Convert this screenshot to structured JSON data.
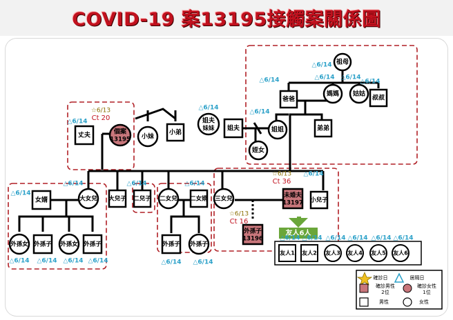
{
  "title": "COVID-19 案13195接觸案關係圖",
  "colors": {
    "title": "#c1111e",
    "box": "#c8767b",
    "dashed": "#b01f25",
    "date": "#2aa0c8",
    "star_date": "#8a6e00",
    "ct": "#c1111e",
    "green": "#6aa63a"
  },
  "nodes": [
    {
      "id": "grandma",
      "label": "祖母",
      "shape": "circle",
      "date": "△6/14"
    },
    {
      "id": "father",
      "label": "爸爸",
      "shape": "square",
      "date": "△6/14"
    },
    {
      "id": "mother",
      "label": "媽媽",
      "shape": "circle",
      "date": "△6/14"
    },
    {
      "id": "aunt",
      "label": "姑姑",
      "shape": "circle",
      "date": "△6/14"
    },
    {
      "id": "uncle",
      "label": "叔叔",
      "shape": "square",
      "date": "△6/14"
    },
    {
      "id": "husband",
      "label": "丈夫",
      "shape": "square",
      "date": "△6/14"
    },
    {
      "id": "case",
      "label": "個案",
      "label2": "13195",
      "shape": "circle",
      "confirmed": true,
      "date": "☆6/13",
      "ct": "Ct 20"
    },
    {
      "id": "little_sister",
      "label": "小妹",
      "shape": "circle"
    },
    {
      "id": "little_brother",
      "label": "小弟",
      "shape": "square"
    },
    {
      "id": "bil",
      "label": "姐夫",
      "shape": "square"
    },
    {
      "id": "bil_sister",
      "label": "姐夫",
      "label2": "妹妹",
      "shape": "circle",
      "date": "△6/14"
    },
    {
      "id": "elder_sister",
      "label": "姐姐",
      "shape": "circle",
      "date": "△6/14"
    },
    {
      "id": "younger_brother",
      "label": "弟弟",
      "shape": "square"
    },
    {
      "id": "niece",
      "label": "姪女",
      "shape": "circle"
    },
    {
      "id": "son_in_law",
      "label": "女婿",
      "shape": "square",
      "date": "△6/14"
    },
    {
      "id": "daughter1",
      "label": "大女兒",
      "shape": "circle",
      "date": "△6/14"
    },
    {
      "id": "son1",
      "label": "大兒子",
      "shape": "square"
    },
    {
      "id": "son2",
      "label": "二兒子",
      "shape": "square",
      "date": "△6/14"
    },
    {
      "id": "daughter2",
      "label": "二女兒",
      "shape": "circle"
    },
    {
      "id": "son_in_law2",
      "label": "二女婿",
      "shape": "square",
      "date": "△6/14"
    },
    {
      "id": "daughter3",
      "label": "三女兒",
      "shape": "circle"
    },
    {
      "id": "fiance",
      "label": "未婚夫",
      "label2": "13197",
      "shape": "square",
      "confirmed": true,
      "date": "☆6/13",
      "ct": "Ct 36",
      "date2": "△6/14"
    },
    {
      "id": "son3",
      "label": "小兒子",
      "shape": "square"
    },
    {
      "id": "gd1",
      "label": "外孫女",
      "shape": "circle",
      "date": "△6/14"
    },
    {
      "id": "gs1",
      "label": "外孫子",
      "shape": "square",
      "date": "△6/14"
    },
    {
      "id": "gd2",
      "label": "外孫女",
      "shape": "circle",
      "date": "△6/14"
    },
    {
      "id": "gs2",
      "label": "外孫子",
      "shape": "square",
      "date": "△6/14"
    },
    {
      "id": "gs3",
      "label": "外孫子",
      "shape": "square",
      "date": "△6/14"
    },
    {
      "id": "gs4",
      "label": "外孫子",
      "shape": "circle",
      "date": "△6/14"
    },
    {
      "id": "gs5",
      "label": "外孫子",
      "label2": "13196",
      "shape": "square",
      "confirmed": true,
      "date": "☆6/13",
      "ct": "Ct 16"
    }
  ],
  "friends": {
    "header": "友人6人",
    "items": [
      {
        "label": "友人1",
        "shape": "square",
        "date": "△6/14"
      },
      {
        "label": "友人2",
        "shape": "square",
        "date": "△6/14"
      },
      {
        "label": "友人3",
        "shape": "circle",
        "date": "△6/14"
      },
      {
        "label": "友人4",
        "shape": "circle",
        "date": "△6/14"
      },
      {
        "label": "友人5",
        "shape": "circle",
        "date": "△6/14"
      },
      {
        "label": "友人6",
        "shape": "circle",
        "date": "△6/14"
      }
    ]
  },
  "legend": {
    "confirm_date": "確診日",
    "isolation_date": "居隔日",
    "male_confirmed": "確診男性",
    "male_confirmed_count": "2位",
    "female_confirmed": "確診女性",
    "female_confirmed_count": "1位",
    "male": "男性",
    "female": "女性"
  }
}
